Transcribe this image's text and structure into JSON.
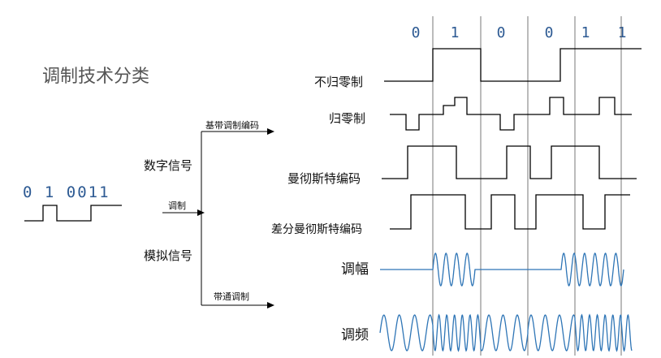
{
  "title": "调制技术分类",
  "left_bits": "0 1 0011",
  "bits_top": [
    "0",
    "1",
    "0",
    "0",
    "1",
    "1"
  ],
  "branch": {
    "digital": "数字信号",
    "analog": "模拟信号",
    "modulation": "调制",
    "baseband": "基带调制编码",
    "bandpass": "带通调制"
  },
  "signals": {
    "nrz": "不归零制",
    "rz": "归零制",
    "manchester": "曼彻斯特编码",
    "diff_manchester": "差分曼彻斯特编码",
    "am": "调幅",
    "fm": "调频"
  },
  "bit_sequence": [
    0,
    1,
    0,
    0,
    1,
    1
  ],
  "colors": {
    "line": "#000000",
    "wave": "#2e75b6",
    "bits": "#2d5a93",
    "grid": "#555555"
  }
}
